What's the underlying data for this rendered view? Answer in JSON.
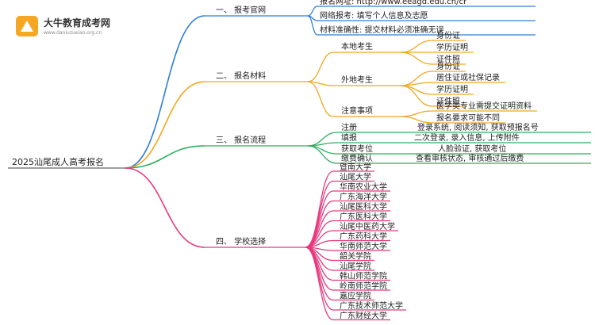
{
  "logo": {
    "title": "大牛教育成考网",
    "subtitle": "www.daniuzueiao.org.cn"
  },
  "root": "2025汕尾成人高考报名",
  "colors": {
    "blue": "#2f7fd6",
    "orange": "#f0a81c",
    "green": "#2fae5e",
    "pink": "#e8387d"
  },
  "branch1": {
    "label": "一、 报考官网",
    "items": [
      "报名网址: http://www.eeagd.edu.cn/cr",
      "网络报考: 填写个人信息及志愿",
      "材料准确性: 提交材料必须准确无误"
    ]
  },
  "branch2": {
    "label": "二、 报名材料",
    "local": {
      "label": "本地考生",
      "items": [
        "身份证",
        "学历证明",
        "证件照"
      ]
    },
    "nonlocal": {
      "label": "外地考生",
      "items": [
        "身份证",
        "居住证或社保记录",
        "学历证明",
        "证件照"
      ]
    },
    "notes": {
      "label": "注意事项",
      "items": [
        "医学类专业需提交证明资料",
        "报名要求可能不同"
      ]
    }
  },
  "branch3": {
    "label": "三、 报名流程",
    "steps": [
      {
        "name": "注册",
        "desc": "登录系统, 阅读须知, 获取预报名号"
      },
      {
        "name": "填报",
        "desc": "二次登录, 录入信息, 上传附件"
      },
      {
        "name": "获取考位",
        "desc": "人脸验证, 获取考位"
      },
      {
        "name": "缴费确认",
        "desc": "查看审核状态, 审核通过后缴费"
      }
    ]
  },
  "branch4": {
    "label": "四、 学校选择",
    "schools": [
      "暨南大学",
      "汕尾大学",
      "华南农业大学",
      "广东海洋大学",
      "汕尾医科大学",
      "广东医科大学",
      "汕尾中医药大学",
      "广东药科大学",
      "华南师范大学",
      "韶关学院",
      "汕尾学院",
      "韩山师范学院",
      "岭南师范学院",
      "嘉应学院",
      "广东技术师范大学",
      "广东财经大学"
    ]
  }
}
